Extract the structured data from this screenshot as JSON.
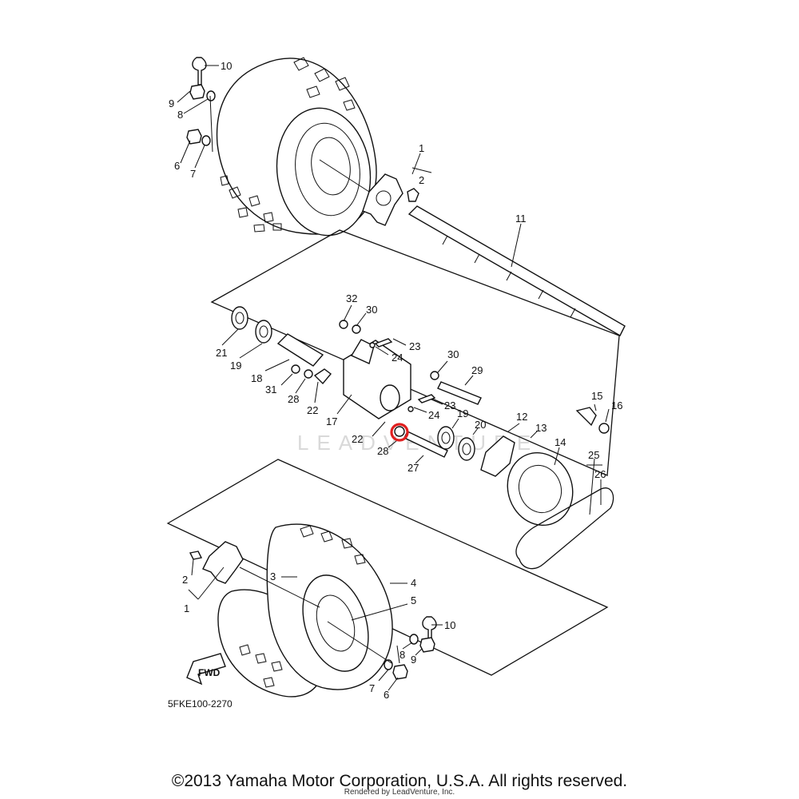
{
  "diagram": {
    "part_code": "5FKE100-2270",
    "fwd_label": "FWD",
    "watermark": "LEADVENTURE",
    "highlight_color": "#e02020",
    "callouts": [
      "10",
      "9",
      "8",
      "6",
      "7",
      "1",
      "2",
      "11",
      "32",
      "30",
      "23",
      "24",
      "21",
      "19",
      "18",
      "31",
      "28",
      "22",
      "17",
      "30",
      "29",
      "23",
      "24",
      "19",
      "22",
      "28",
      "20",
      "27",
      "12",
      "13",
      "15",
      "16",
      "14",
      "25",
      "26",
      "3",
      "4",
      "2",
      "1",
      "5",
      "10",
      "8",
      "9",
      "7",
      "6"
    ]
  },
  "footer": {
    "copyright": "©2013 Yamaha Motor Corporation, U.S.A. All rights reserved.",
    "rendered_by": "Rendered by LeadVenture, Inc."
  }
}
